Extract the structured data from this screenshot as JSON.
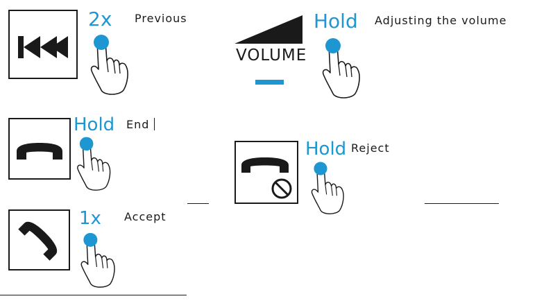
{
  "colors": {
    "accent": "#1e96d2",
    "ink": "#1a1a1a"
  },
  "previous": {
    "gesture": "2x",
    "label": "Previous",
    "icon": "skip-back-icon"
  },
  "volume": {
    "gesture": "Hold",
    "word": "VOLUME",
    "label": "Adjusting the volume",
    "icon": "volume-ramp-icon",
    "sub_icon": "minus-icon"
  },
  "end": {
    "gesture": "Hold",
    "label": "End",
    "icon": "hang-up-icon"
  },
  "reject": {
    "gesture": "Hold",
    "label": "Reject",
    "icon": "reject-call-icon"
  },
  "accept": {
    "gesture": "1x",
    "label": "Accept",
    "icon": "accept-call-icon"
  },
  "hand_icon": "finger-press-icon"
}
